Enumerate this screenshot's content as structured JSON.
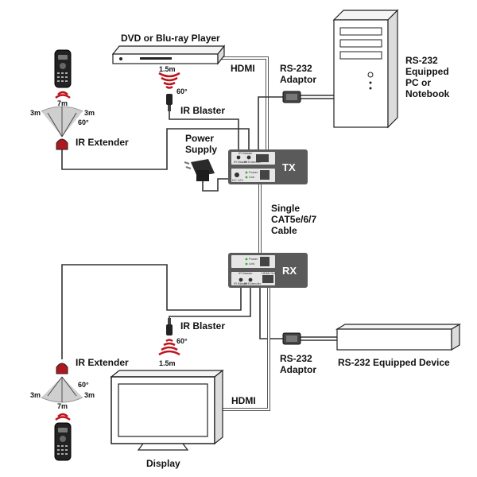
{
  "labels": {
    "dvd_player": "DVD or Blu-ray Player",
    "hdmi_top": "HDMI",
    "rs232_adaptor_top_1": "RS-232",
    "rs232_adaptor_top_2": "Adaptor",
    "pc_1": "RS-232",
    "pc_2": "Equipped",
    "pc_3": "PC or",
    "pc_4": "Notebook",
    "ir_blaster_top": "IR Blaster",
    "ir_extender_top": "IR Extender",
    "power_supply_1": "Power",
    "power_supply_2": "Supply",
    "tx": "TX",
    "rx": "RX",
    "cable_1": "Single",
    "cable_2": "CAT5e/6/7",
    "cable_3": "Cable",
    "ir_blaster_bottom": "IR Blaster",
    "ir_extender_bottom": "IR Extender",
    "rs232_adaptor_bottom_1": "RS-232",
    "rs232_adaptor_bottom_2": "Adaptor",
    "rs232_device": "RS-232 Equipped Device",
    "hdmi_bottom": "HDMI",
    "display": "Display"
  },
  "measurements": {
    "blaster_top_distance": "1.5m",
    "blaster_top_angle": "60°",
    "blaster_bottom_distance": "1.5m",
    "blaster_bottom_angle": "60°",
    "extender_top_front": "7m",
    "extender_top_left": "3m",
    "extender_top_right": "3m",
    "extender_top_angle": "60°",
    "extender_bottom_front": "7m",
    "extender_bottom_left": "3m",
    "extender_bottom_right": "3m",
    "extender_bottom_angle": "60°"
  },
  "unit_panels": {
    "tx_ir_header": "IR Blaster",
    "tx_port_1": "IR Blaster",
    "tx_port_2": "IR Extender",
    "tx_led_1": "Power",
    "tx_led_2": "Link",
    "tx_dc": "DC 12V",
    "rx_led_1": "Power",
    "rx_led_2": "Link",
    "rx_ir_header": "IR Blaster",
    "rx_port_1": "IR Blaster",
    "rx_port_2": "IR Extender",
    "rx_hdmi": "HDMI Out"
  },
  "colors": {
    "unit_body": "#5a5a5a",
    "unit_panel": "#e6e6e6",
    "ir_signal": "#c0141b",
    "coverage": "#cfcfcf"
  }
}
